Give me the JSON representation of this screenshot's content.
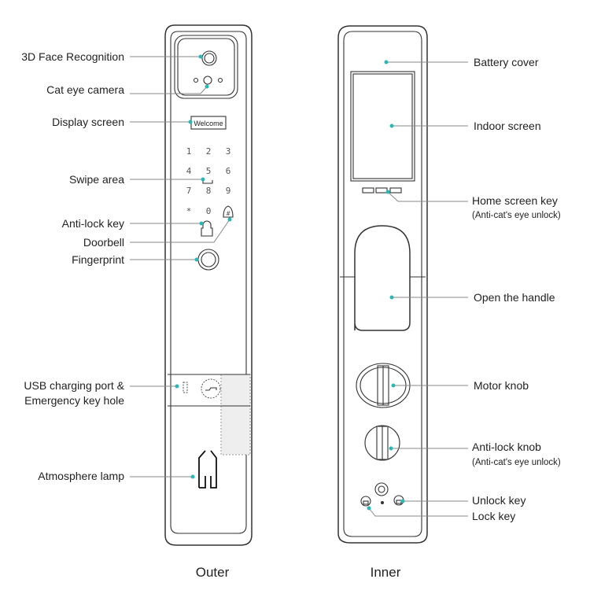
{
  "colors": {
    "accent": "#2ab7b5",
    "line": "#888888",
    "outline": "#333333"
  },
  "outer": {
    "caption": "Outer",
    "display_text": "Welcome",
    "keypad": [
      "1",
      "2",
      "3",
      "4",
      "5",
      "6",
      "7",
      "8",
      "9",
      "*",
      "0",
      "#"
    ],
    "labels": {
      "face": "3D Face Recognition",
      "cat_eye": "Cat eye camera",
      "display": "Display screen",
      "swipe": "Swipe area",
      "anti_lock": "Anti-lock key",
      "doorbell": "Doorbell",
      "fingerprint": "Fingerprint",
      "usb_1": "USB charging port &",
      "usb_2": "Emergency key hole",
      "lamp": "Atmosphere lamp"
    }
  },
  "inner": {
    "caption": "Inner",
    "labels": {
      "battery": "Battery cover",
      "screen": "Indoor screen",
      "home_key": "Home screen key",
      "home_key_sub": "(Anti-cat's eye unlock)",
      "handle": "Open the handle",
      "motor": "Motor knob",
      "anti_lock_knob": "Anti-lock knob",
      "anti_lock_knob_sub": "(Anti-cat's eye unlock)",
      "unlock": "Unlock key",
      "lock": "Lock key"
    }
  }
}
